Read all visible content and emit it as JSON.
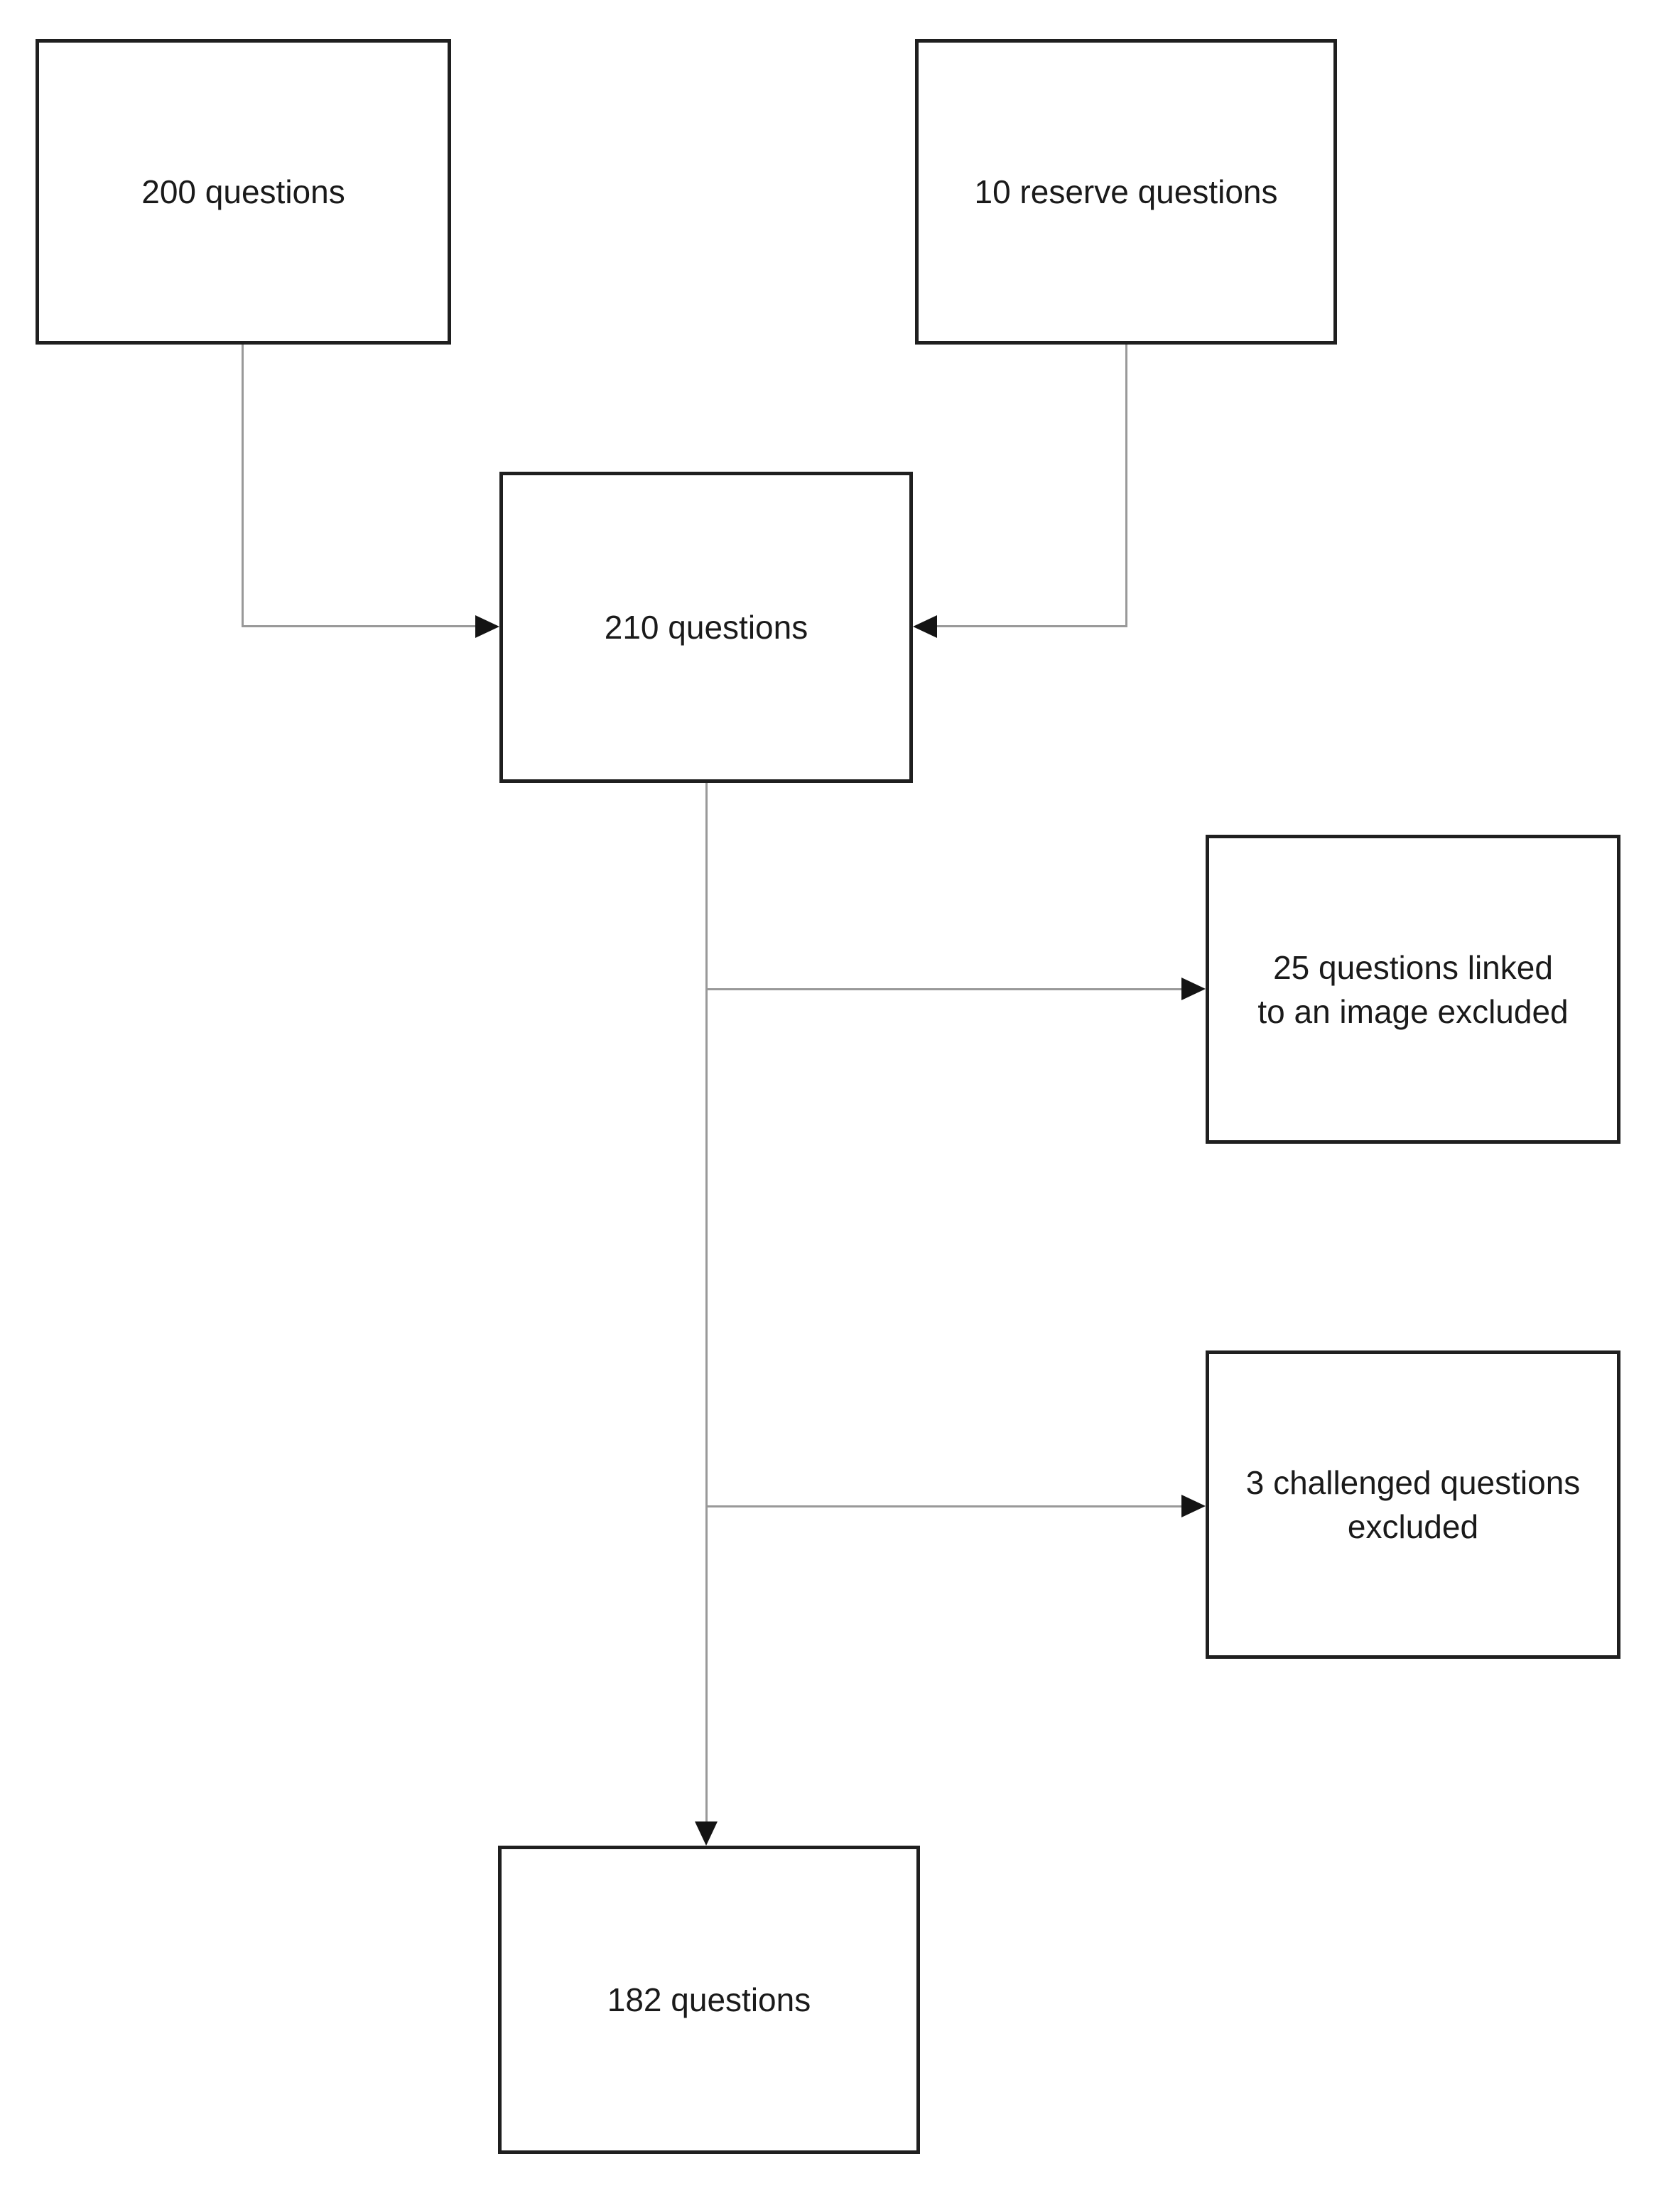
{
  "diagram": {
    "type": "flowchart",
    "background_color": "#ffffff",
    "box_border_color": "#1f1f1f",
    "text_color": "#1a1a1a",
    "connector_color": "#999999",
    "arrowhead_color": "#141414",
    "nodes": [
      {
        "id": "initial-questions",
        "label": "200 questions",
        "lines": [
          "200 questions"
        ]
      },
      {
        "id": "reserve-questions",
        "label": "10 reserve questions",
        "lines": [
          "10 reserve questions"
        ]
      },
      {
        "id": "pooled-questions",
        "label": "210 questions",
        "lines": [
          "210 questions"
        ]
      },
      {
        "id": "image-excluded",
        "label": "25 questions linked to an image excluded",
        "lines": [
          "25 questions linked",
          "to an image excluded"
        ]
      },
      {
        "id": "challenged-excluded",
        "label": "3 challenged questions excluded",
        "lines": [
          "3 challenged questions",
          "excluded"
        ]
      },
      {
        "id": "final-questions",
        "label": "182 questions",
        "lines": [
          "182 questions"
        ]
      }
    ],
    "edges": [
      {
        "from": "initial-questions",
        "to": "pooled-questions"
      },
      {
        "from": "reserve-questions",
        "to": "pooled-questions"
      },
      {
        "from": "pooled-questions",
        "to": "image-excluded"
      },
      {
        "from": "pooled-questions",
        "to": "challenged-excluded"
      },
      {
        "from": "pooled-questions",
        "to": "final-questions"
      }
    ]
  }
}
